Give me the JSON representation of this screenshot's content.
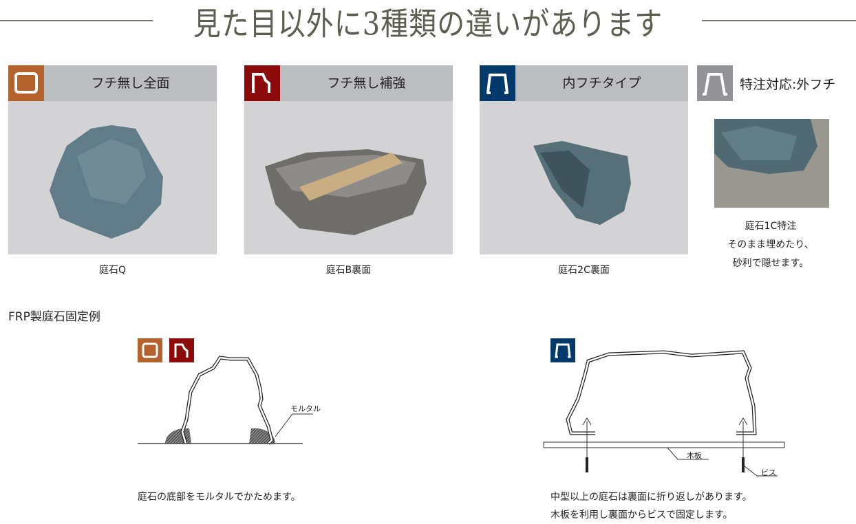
{
  "title": "見た目以外に3種類の違いがあります",
  "types": [
    {
      "label": "フチ無し全面",
      "caption": "庭石Q",
      "color": "#b5612c",
      "icon": "square-frame-icon"
    },
    {
      "label": "フチ無し補強",
      "caption": "庭石B裏面",
      "color": "#8b0a0a",
      "icon": "reinforced-edge-icon"
    },
    {
      "label": "内フチタイプ",
      "caption": "庭石2C裏面",
      "color": "#003a6b",
      "icon": "inner-edge-icon"
    }
  ],
  "special": {
    "label": "特注対応:外フチ",
    "color": "#929396",
    "captions": [
      "庭石1C特注",
      "そのまま埋めたり、",
      "砂利で隠せます。"
    ]
  },
  "section_title": "FRP製庭石固定例",
  "diagram_left": {
    "callout": "モルタル",
    "caption": "庭石の底部をモルタルでかためます。"
  },
  "diagram_right": {
    "board": "木板",
    "screw": "ビス",
    "caption": [
      "中型以上の庭石は裏面に折り返しがあります。",
      "木板を利用し裏面からビスで固定します。"
    ]
  }
}
